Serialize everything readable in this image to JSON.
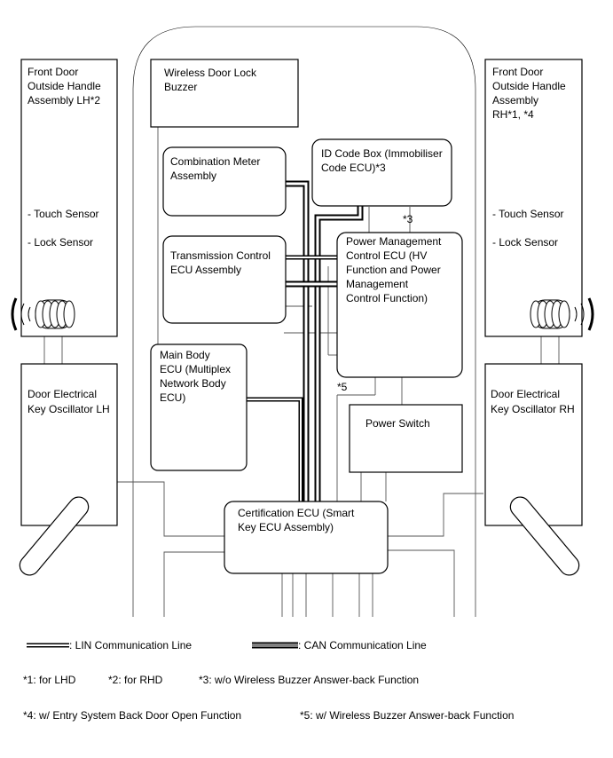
{
  "components": {
    "front_door_lh": [
      "Front Door",
      "Outside Handle",
      "Assembly LH*2"
    ],
    "front_door_lh_sensors": [
      "- Touch Sensor",
      "- Lock Sensor"
    ],
    "front_door_rh": [
      "Front Door",
      "Outside Handle",
      "Assembly",
      "RH*1, *4"
    ],
    "front_door_rh_sensors": [
      "- Touch Sensor",
      "- Lock Sensor"
    ],
    "wireless_buzzer": [
      "Wireless Door Lock",
      "Buzzer"
    ],
    "combination_meter": [
      "Combination Meter",
      "Assembly"
    ],
    "id_code_box": [
      "ID Code Box (Immobiliser",
      "Code ECU)*3"
    ],
    "id_code_note": "*3",
    "transmission_ecu": [
      "Transmission Control",
      "ECU Assembly"
    ],
    "power_mgmt_ecu": [
      "Power Management",
      "Control ECU (HV",
      "Function and Power",
      "Management",
      "Control Function)"
    ],
    "main_body_ecu": [
      "Main Body",
      "ECU (Multiplex",
      "Network Body",
      "ECU)"
    ],
    "main_body_note": "*5",
    "osc_lh": [
      "Door Electrical",
      "Key Oscillator LH"
    ],
    "osc_rh": [
      "Door Electrical",
      "Key Oscillator RH"
    ],
    "power_switch": [
      "Power Switch"
    ],
    "certification_ecu": [
      "Certification ECU (Smart",
      "Key ECU Assembly)"
    ]
  },
  "legend": {
    "lin": ": LIN Communication Line",
    "can": ": CAN Communication Line"
  },
  "notes": {
    "n1": "*1: for LHD",
    "n2": "*2: for RHD",
    "n3": "*3: w/o Wireless Buzzer Answer-back Function",
    "n4": "*4: w/ Entry System Back Door Open Function",
    "n5": "*5: w/ Wireless Buzzer Answer-back Function"
  }
}
